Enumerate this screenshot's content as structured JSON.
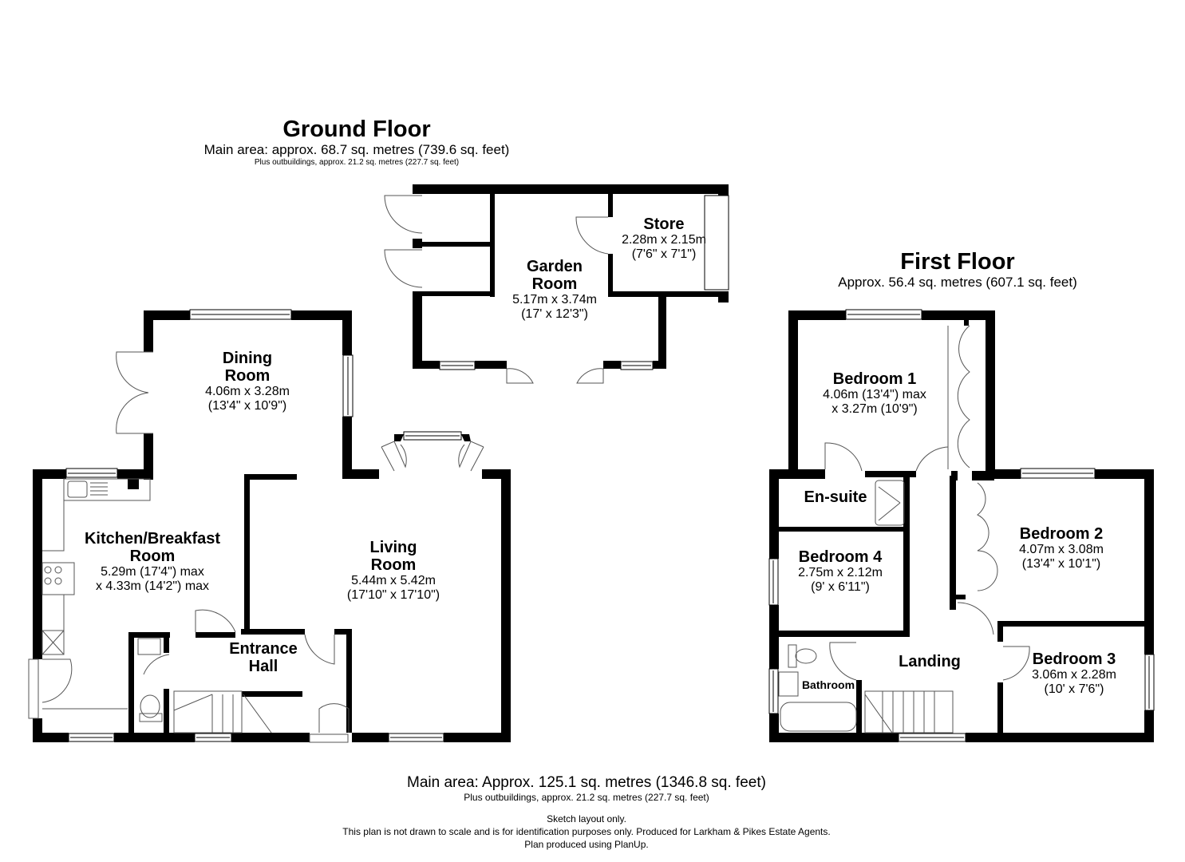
{
  "ground_floor": {
    "title": "Ground Floor",
    "main_area": "Main area: approx. 68.7 sq. metres (739.6 sq. feet)",
    "outbuildings": "Plus outbuildings, approx. 21.2 sq. metres (227.7 sq. feet)",
    "rooms": {
      "store": {
        "name": "Store",
        "dim1": "2.28m x 2.15m",
        "dim2": "(7'6\" x 7'1\")"
      },
      "garden_room": {
        "name1": "Garden",
        "name2": "Room",
        "dim1": "5.17m x 3.74m",
        "dim2": "(17' x 12'3\")"
      },
      "dining_room": {
        "name1": "Dining",
        "name2": "Room",
        "dim1": "4.06m x 3.28m",
        "dim2": "(13'4\" x 10'9\")"
      },
      "kitchen": {
        "name1": "Kitchen/Breakfast",
        "name2": "Room",
        "dim1": "5.29m (17'4\") max",
        "dim2": "x 4.33m (14'2\") max"
      },
      "living_room": {
        "name1": "Living",
        "name2": "Room",
        "dim1": "5.44m x 5.42m",
        "dim2": "(17'10\" x 17'10\")"
      },
      "entrance_hall": {
        "name1": "Entrance",
        "name2": "Hall"
      }
    }
  },
  "first_floor": {
    "title": "First Floor",
    "area": "Approx. 56.4 sq. metres (607.1 sq. feet)",
    "rooms": {
      "bedroom1": {
        "name": "Bedroom 1",
        "dim1": "4.06m (13'4\") max",
        "dim2": "x 3.27m (10'9\")"
      },
      "ensuite": {
        "name": "En-suite"
      },
      "bedroom4": {
        "name": "Bedroom 4",
        "dim1": "2.75m x 2.12m",
        "dim2": "(9' x 6'11\")"
      },
      "bedroom2": {
        "name": "Bedroom 2",
        "dim1": "4.07m x 3.08m",
        "dim2": "(13'4\" x 10'1\")"
      },
      "landing": {
        "name": "Landing"
      },
      "bathroom": {
        "name": "Bathroom"
      },
      "bedroom3": {
        "name": "Bedroom 3",
        "dim1": "3.06m x 2.28m",
        "dim2": "(10' x 7'6\")"
      }
    }
  },
  "footer": {
    "main_area": "Main area: Approx. 125.1 sq. metres (1346.8 sq. feet)",
    "outbuildings": "Plus outbuildings, approx. 21.2 sq. metres (227.7 sq. feet)",
    "note1": "Sketch layout only.",
    "note2": "This plan is not drawn to scale and is for identification purposes only. Produced for Larkham & Pikes Estate Agents.",
    "note3": "Plan produced using PlanUp."
  },
  "colors": {
    "wall": "#000000",
    "fixture": "#808080",
    "background": "#ffffff"
  }
}
